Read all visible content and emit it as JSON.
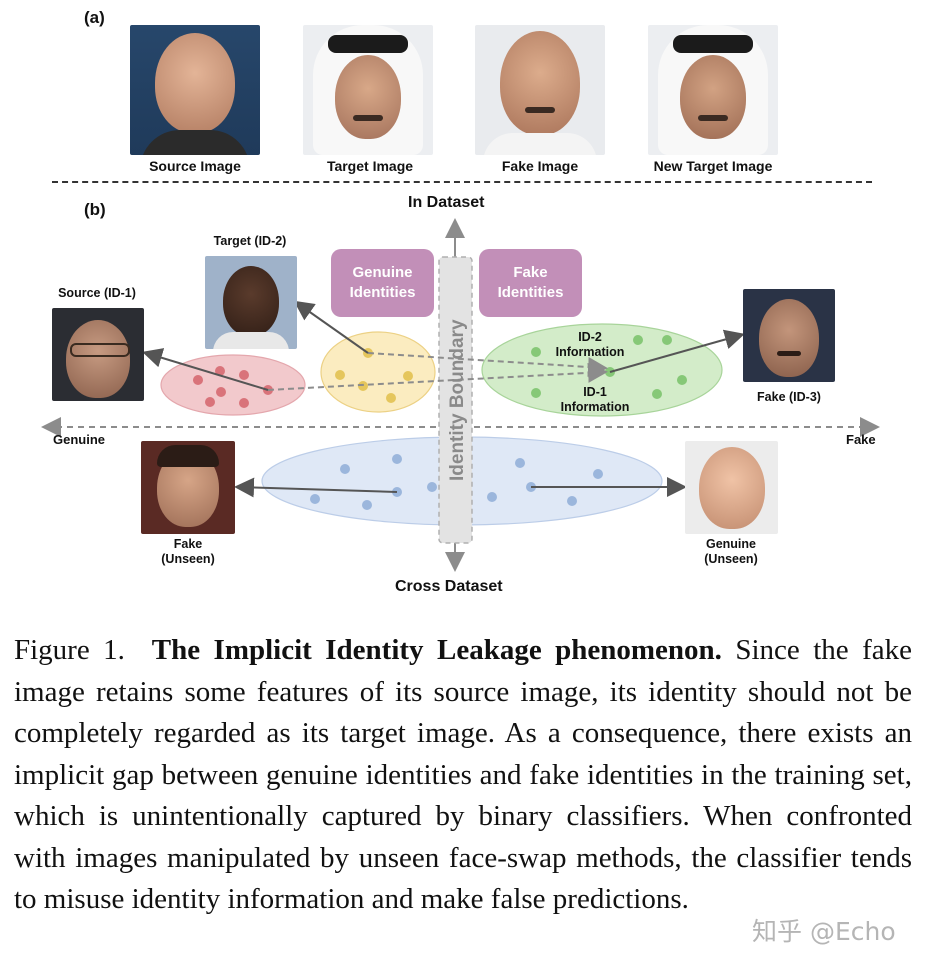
{
  "panel_a": {
    "letter": "(a)",
    "images": [
      {
        "label": "Source Image",
        "icon": "bald-man-face-photo"
      },
      {
        "label": "Target Image",
        "icon": "man-with-headscarf-photo"
      },
      {
        "label": "Fake Image",
        "icon": "bald-man-face-swapped-photo"
      },
      {
        "label": "New Target Image",
        "icon": "man-with-headscarf-swapped-photo"
      }
    ]
  },
  "panel_b": {
    "letter": "(b)",
    "axis": {
      "top": "In Dataset",
      "bottom": "Cross Dataset",
      "left": "Genuine",
      "right": "Fake"
    },
    "boundary_label": "Identity Boundary",
    "boxes": {
      "genuine": "Genuine Identities",
      "fake": "Fake Identities"
    },
    "faces": {
      "source": "Source (ID-1)",
      "target": "Target (ID-2)",
      "fake_id3": "Fake (ID-3)",
      "fake_unseen": "Fake\n(Unseen)",
      "genuine_unseen": "Genuine\n(Unseen)"
    },
    "cluster_labels": {
      "id2": "ID-2\nInformation",
      "id1": "ID-1\nInformation"
    },
    "colors": {
      "red_cluster": "#f2c9cc",
      "red_dot": "#d9737a",
      "yellow_cluster": "#fbecc0",
      "yellow_dot": "#e5c65c",
      "green_cluster": "#d3ecc9",
      "green_dot": "#86c877",
      "blue_cluster": "#dfe8f6",
      "blue_dot": "#9bb6dc",
      "box": "#c28fb8",
      "boundary": "#dcdcdc"
    }
  },
  "caption": {
    "prefix": "Figure 1.",
    "title": "The Implicit Identity Leakage phenomenon.",
    "body": "Since the fake image retains some features of its source image, its identity should not be completely regarded as its target image. As a consequence, there exists an implicit gap between genuine identities and fake identities in the training set, which is unintentionally captured by binary classifiers. When confronted with images manipulated by unseen face-swap methods, the classifier tends to misuse identity information and make false predictions."
  },
  "watermark": "知乎 @Echo"
}
